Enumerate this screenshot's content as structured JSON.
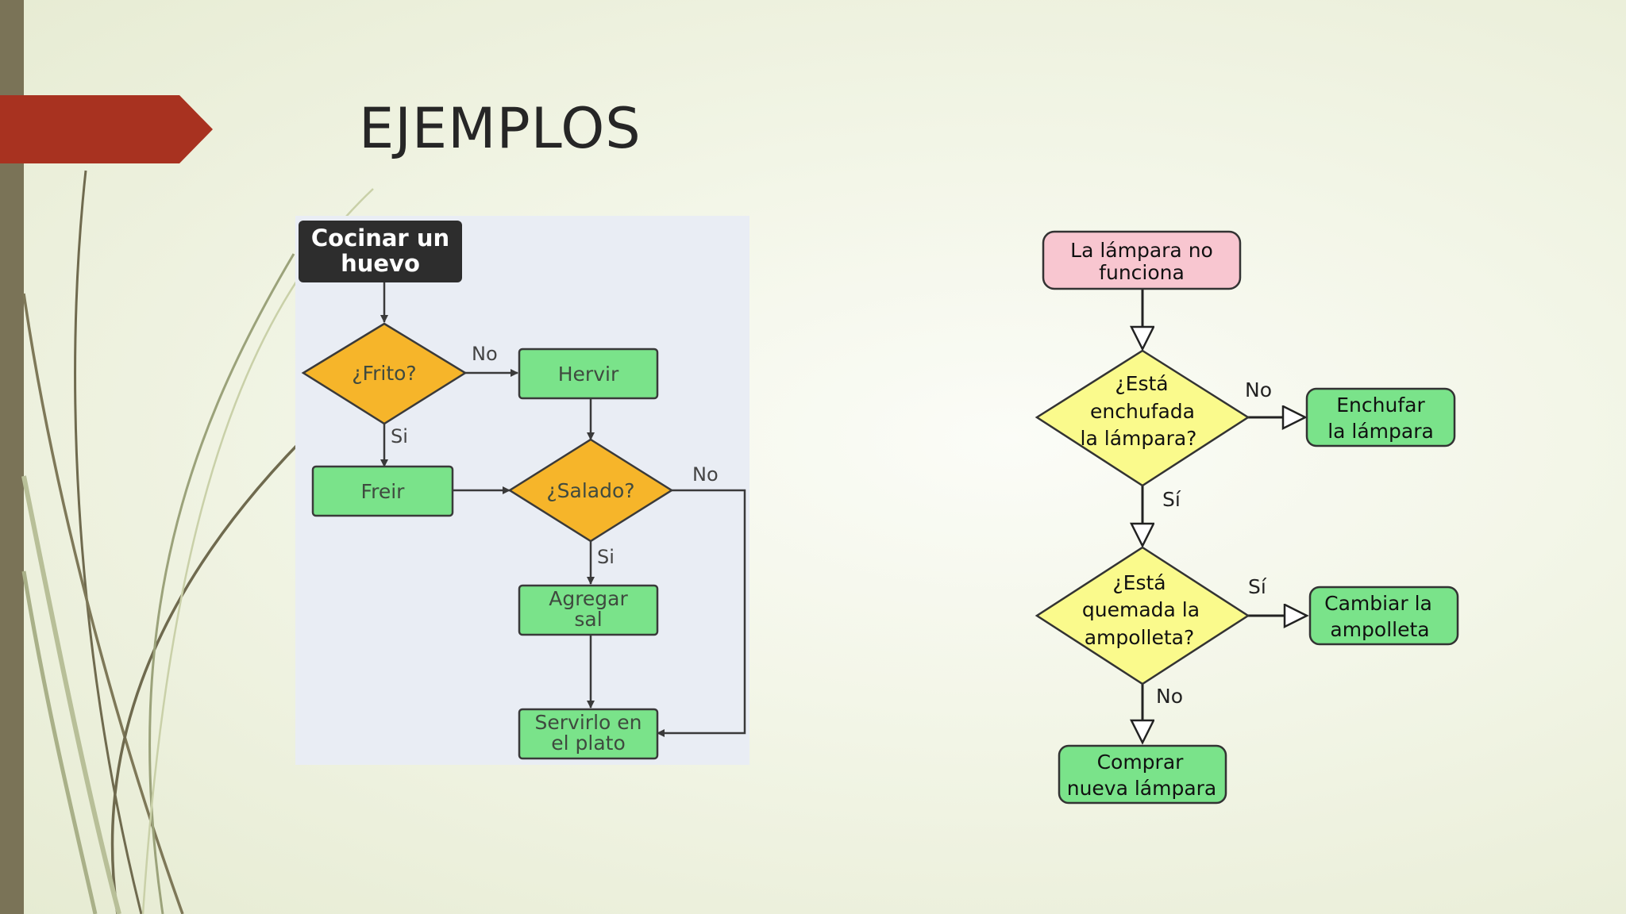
{
  "slide": {
    "title": "EJEMPLOS",
    "accent_color": "#a83220",
    "bar_color": "#7a7357"
  },
  "egg_flowchart": {
    "start": [
      "Cocinar un",
      "huevo"
    ],
    "decision_fried": "¿Frito?",
    "action_boil": "Hervir",
    "action_fry": "Freir",
    "decision_salted": "¿Salado?",
    "action_add_salt": [
      "Agregar",
      "sal"
    ],
    "action_serve": [
      "Servirlo en",
      "el plato"
    ],
    "label_no_fried": "No",
    "label_yes_fried": "Si",
    "label_no_salted": "No",
    "label_yes_salted": "Si",
    "colors": {
      "start": "#2d2d2d",
      "decision": "#f6b52a",
      "action": "#7ae38a",
      "background": "#e9edf4"
    }
  },
  "lamp_flowchart": {
    "start": [
      "La lámpara no",
      "funciona"
    ],
    "decision_plugged": [
      "¿Está",
      "enchufada",
      "la lámpara?"
    ],
    "action_plug": [
      "Enchufar",
      "la lámpara"
    ],
    "decision_burnt": [
      "¿Está",
      "quemada la",
      "ampolleta?"
    ],
    "action_change_bulb": [
      "Cambiar la",
      "ampolleta"
    ],
    "action_buy": [
      "Comprar",
      "nueva lámpara"
    ],
    "label_no_plugged": "No",
    "label_yes_plugged": "Sí",
    "label_yes_burnt": "Sí",
    "label_no_burnt": "No",
    "colors": {
      "start": "#f8c6d0",
      "decision": "#fafa8c",
      "action": "#7ae38a"
    }
  }
}
